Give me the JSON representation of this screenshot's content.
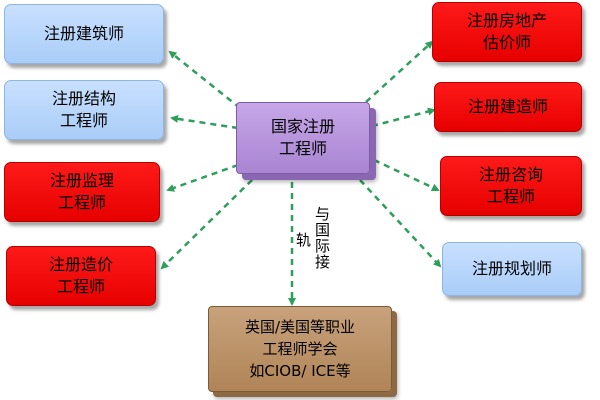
{
  "center": {
    "label": "国家注册\n工程师"
  },
  "left": [
    {
      "label": "注册建筑师"
    },
    {
      "label": "注册结构\n工程师"
    },
    {
      "label": "注册监理\n工程师"
    },
    {
      "label": "注册造价\n工程师"
    }
  ],
  "right": [
    {
      "label": "注册房地产\n估价师"
    },
    {
      "label": "注册建造师"
    },
    {
      "label": "注册咨询\n工程师"
    },
    {
      "label": "注册规划师"
    }
  ],
  "bottom": {
    "label": "英国/美国等职业\n工程师学会\n如CIOB/ ICE等"
  },
  "link_label": {
    "line1": "与国际接",
    "line2": "轨"
  },
  "colors": {
    "connector": "#2e9e5b",
    "red_box": "#ff0000",
    "blue_box": "#aacdf5",
    "center_box": "#b796de",
    "bottom_box": "#bf946a"
  }
}
